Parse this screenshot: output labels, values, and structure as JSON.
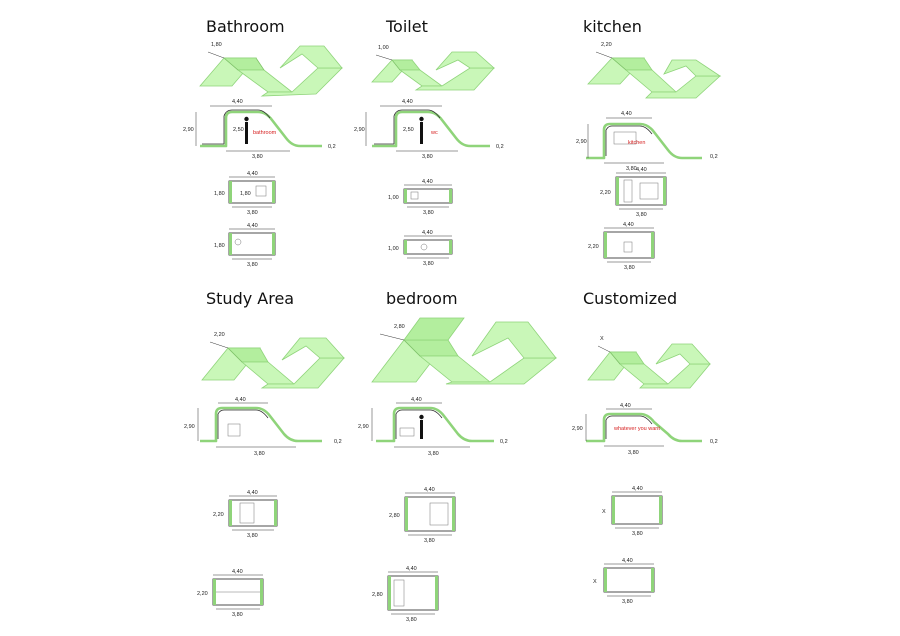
{
  "modules": [
    {
      "title": "Bathroom",
      "label": "bathroom",
      "d_iso": "1,80",
      "d_sec_top": "4,40",
      "d_sec_h": "2,90",
      "d_sec_in": "2,50",
      "d_sec_bot": "3,80",
      "d_sec_th": "0,2",
      "d_p1_top": "4,40",
      "d_p1_side": "1,80",
      "d_p1_in": "1,80",
      "d_p1_bot": "3,80",
      "d_p2_top": "4,40",
      "d_p2_side": "1,80",
      "d_p2_bot": "3,80"
    },
    {
      "title": "Toilet",
      "label": "wc",
      "d_iso": "1,00",
      "d_sec_top": "4,40",
      "d_sec_h": "2,90",
      "d_sec_in": "2,50",
      "d_sec_bot": "3,80",
      "d_sec_th": "0,2",
      "d_p1_top": "4,40",
      "d_p1_side": "1,00",
      "d_p1_bot": "3,80",
      "d_p2_top": "4,40",
      "d_p2_side": "1,00",
      "d_p2_bot": "3,80"
    },
    {
      "title": "kitchen",
      "label": "kitchen",
      "d_iso": "2,20",
      "d_sec_top": "4,40",
      "d_sec_h": "2,90",
      "d_sec_bot": "3,80",
      "d_sec_th": "0,2",
      "d_p1_top": "4,40",
      "d_p1_side": "2,20",
      "d_p1_bot": "3,80",
      "d_p2_top": "4,40",
      "d_p2_side": "2,20",
      "d_p2_bot": "3,80"
    },
    {
      "title": "Study Area",
      "d_iso": "2,20",
      "d_sec_top": "4,40",
      "d_sec_h": "2,90",
      "d_sec_bot": "3,80",
      "d_sec_th": "0,2",
      "d_p1_top": "4,40",
      "d_p1_side": "2,20",
      "d_p1_bot": "3,80",
      "d_p2_top": "4,40",
      "d_p2_side": "2,20",
      "d_p2_bot": "3,80"
    },
    {
      "title": "bedroom",
      "d_iso": "2,80",
      "d_sec_top": "4,40",
      "d_sec_h": "2,90",
      "d_sec_bot": "3,80",
      "d_sec_th": "0,2",
      "d_p1_top": "4,40",
      "d_p1_side": "2,80",
      "d_p1_bot": "3,80",
      "d_p2_top": "4,40",
      "d_p2_side": "2,80",
      "d_p2_bot": "3,80"
    },
    {
      "title": "Customized",
      "label": "whatever you want",
      "d_iso": "X",
      "d_sec_top": "4,40",
      "d_sec_h": "2,90",
      "d_sec_bot": "3,80",
      "d_sec_th": "0,2",
      "d_p1_top": "4,40",
      "d_p1_side": "X",
      "d_p1_bot": "3,80",
      "d_p2_top": "4,40",
      "d_p2_side": "X",
      "d_p2_bot": "3,80"
    }
  ],
  "colors": {
    "shell_green": "#8fd47a",
    "band_green": "#c9f7b8",
    "label_red": "#d62020"
  }
}
